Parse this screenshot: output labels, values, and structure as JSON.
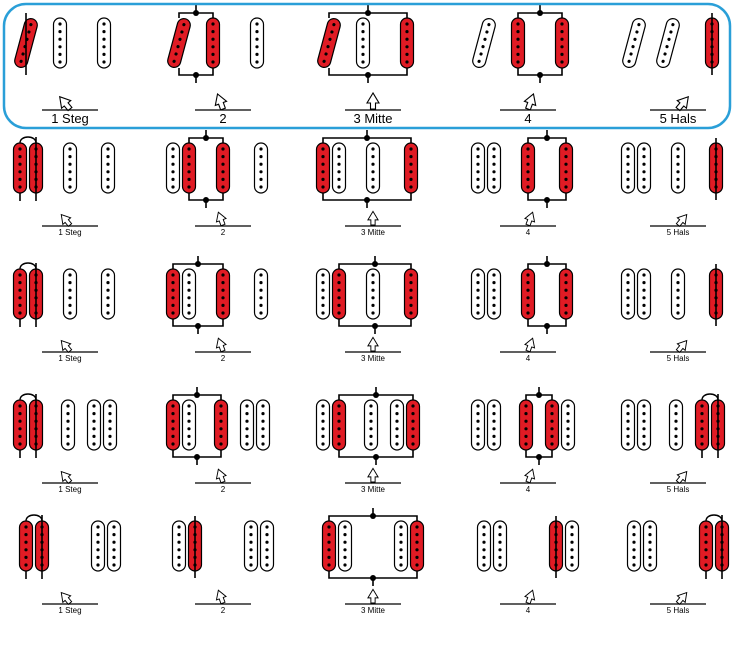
{
  "colors": {
    "active_pickup": "#e01b24",
    "inactive_pickup": "#ffffff",
    "outline": "#000000",
    "highlight_box": "#2a9fd8",
    "wire": "#000000"
  },
  "legend": {
    "selected_row": 0
  },
  "positions": [
    "1 Steg",
    "2",
    "3 Mitte",
    "4",
    "5 Hals"
  ],
  "rows": [
    {
      "layout": "SSS",
      "cells": [
        {
          "label": "1 Steg",
          "active": [
            "bridge"
          ],
          "parallel": false
        },
        {
          "label": "2",
          "active": [
            "bridge",
            "middle"
          ],
          "parallel": true
        },
        {
          "label": "3 Mitte",
          "active": [
            "bridge",
            "neck"
          ],
          "parallel": true
        },
        {
          "label": "4",
          "active": [
            "middle",
            "neck"
          ],
          "parallel": true
        },
        {
          "label": "5 Hals",
          "active": [
            "neck"
          ],
          "parallel": false
        }
      ]
    },
    {
      "layout": "HSS",
      "cells": [
        {
          "label": "1 Steg",
          "active": [
            "bridge"
          ],
          "parallel": false
        },
        {
          "label": "2",
          "active": [
            "bridge-b",
            "middle"
          ],
          "parallel": true
        },
        {
          "label": "3 Mitte",
          "active": [
            "bridge-a",
            "neck"
          ],
          "parallel": true
        },
        {
          "label": "4",
          "active": [
            "middle",
            "neck"
          ],
          "parallel": true
        },
        {
          "label": "5 Hals",
          "active": [
            "neck"
          ],
          "parallel": false
        }
      ]
    },
    {
      "layout": "HSS",
      "cells": [
        {
          "label": "1 Steg",
          "active": [
            "bridge"
          ],
          "parallel": false
        },
        {
          "label": "2",
          "active": [
            "bridge-a",
            "middle"
          ],
          "parallel": true
        },
        {
          "label": "3 Mitte",
          "active": [
            "bridge-b",
            "neck"
          ],
          "parallel": true
        },
        {
          "label": "4",
          "active": [
            "middle",
            "neck"
          ],
          "parallel": true
        },
        {
          "label": "5 Hals",
          "active": [
            "neck"
          ],
          "parallel": false
        }
      ]
    },
    {
      "layout": "HSH",
      "cells": [
        {
          "label": "1 Steg",
          "active": [
            "bridge"
          ],
          "parallel": false
        },
        {
          "label": "2",
          "active": [
            "bridge-a",
            "middle"
          ],
          "parallel": true
        },
        {
          "label": "3 Mitte",
          "active": [
            "bridge-b",
            "neck-b"
          ],
          "parallel": true
        },
        {
          "label": "4",
          "active": [
            "middle",
            "neck-a"
          ],
          "parallel": true
        },
        {
          "label": "5 Hals",
          "active": [
            "neck"
          ],
          "parallel": false
        }
      ]
    },
    {
      "layout": "HH",
      "cells": [
        {
          "label": "1 Steg",
          "active": [
            "bridge"
          ],
          "parallel": false
        },
        {
          "label": "2",
          "active": [
            "bridge-b"
          ],
          "parallel": false
        },
        {
          "label": "3 Mitte",
          "active": [
            "bridge-a",
            "neck-b"
          ],
          "parallel": true
        },
        {
          "label": "4",
          "active": [
            "neck-a"
          ],
          "parallel": false
        },
        {
          "label": "5 Hals",
          "active": [
            "neck"
          ],
          "parallel": false
        }
      ]
    }
  ]
}
